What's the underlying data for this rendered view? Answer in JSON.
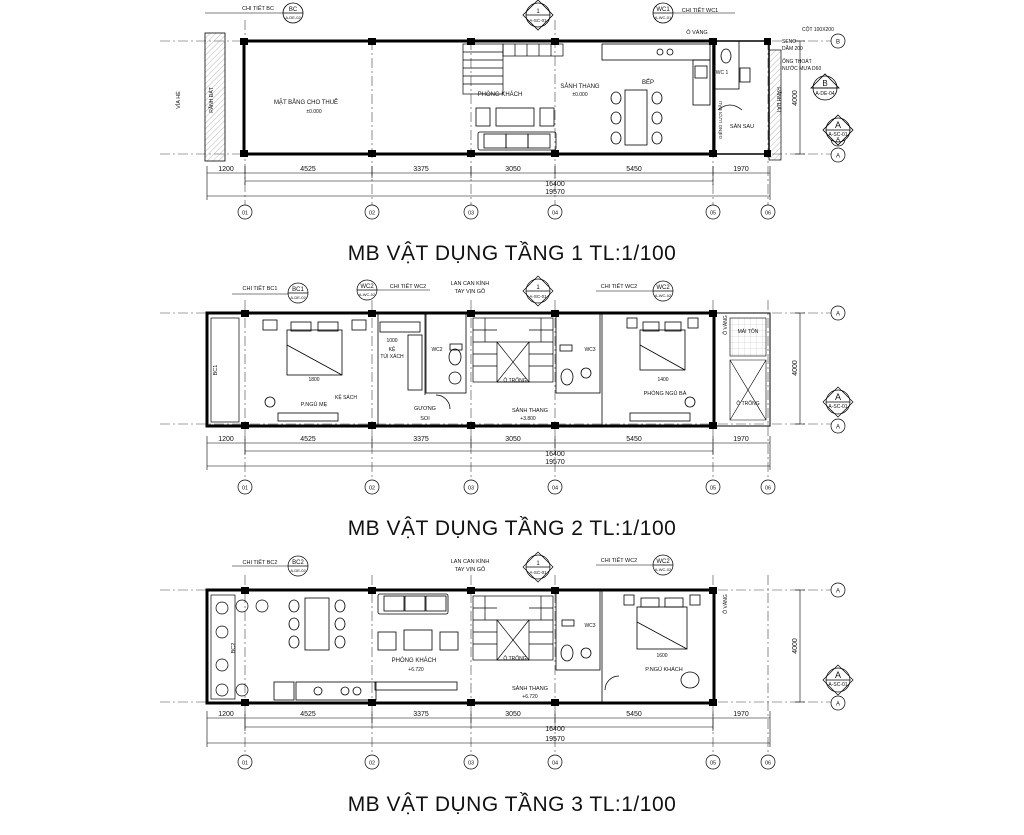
{
  "colors": {
    "ink": "#111111",
    "wall": "#000000",
    "fill": "#f2f2f2",
    "grid": "#555555"
  },
  "dimensions": {
    "bays": [
      "1200",
      "4525",
      "3375",
      "3050",
      "5450",
      "1970"
    ],
    "total_inner": "16400",
    "total_outer": "19570",
    "depth": "4000"
  },
  "axes": {
    "columns": [
      "01",
      "02",
      "03",
      "04",
      "05",
      "06"
    ],
    "rows": [
      "B",
      "A",
      "A"
    ]
  },
  "floors": [
    {
      "title": "MB VẬT DỤNG TẦNG 1   TL:1/100",
      "labels": [
        "CHI TIẾT BC",
        "BC",
        "A-DE-02",
        "1",
        "A-SC-01",
        "WC1",
        "A-WC-01",
        "CHI TIẾT WC1",
        "VỈA HÈ",
        "RÃNH ĐÁT",
        "MẶT BẰNG CHO THUÊ",
        "±0.000",
        "PHÒNG KHÁCH",
        "SẢNH THANG",
        "±0.000",
        "BẾP",
        "Ô VÁNG",
        "CỘT 100X200",
        "SENO",
        "DẦM 200",
        "ỐNG THOÁT",
        "NƯỚC MƯA D60",
        "WC 1",
        "A-DE-04",
        "RÃNH ĐÁT",
        "SÂN SAU",
        "GIẾNG LƯỢI ĐẦU"
      ]
    },
    {
      "title": "MB VẬT DỤNG TẦNG 2   TL:1/100",
      "labels": [
        "CHI TIẾT BC1",
        "BC1",
        "A-DE-02",
        "WC2",
        "A-WC-02",
        "CHI TIẾT WC2",
        "LAN CAN KÍNH",
        "TAY VỊN GỖ",
        "1",
        "A-SC-01",
        "CHI TIẾT WC2",
        "WC2",
        "A-WC-02",
        "BC1",
        "1000",
        "KỆ",
        "TÚI XÁCH",
        "1800",
        "P.NGỦ MẸ",
        "KỆ SÁCH",
        "WC2",
        "Ô TRỐNG",
        "GƯƠNG",
        "SOI",
        "SẢNH THANG",
        "+3.800",
        "WC3",
        "1400",
        "PHÒNG NGỦ BÀ",
        "Ô VÁNG",
        "MÁI TÔN",
        "Ô TRỐNG"
      ]
    },
    {
      "title": "MB VẬT DỤNG TẦNG 3   TL:1/100",
      "labels": [
        "CHI TIẾT BC2",
        "BC2",
        "A-DE-02",
        "LAN CAN KÍNH",
        "TAY VỊN GỖ",
        "1",
        "A-SC-01",
        "CHI TIẾT WC2",
        "WC2",
        "A-WC-02",
        "BC2",
        "PHÒNG KHÁCH",
        "+6.720",
        "Ô TRỐNG",
        "SẢNH THANG",
        "+6.720",
        "WC3",
        "1600",
        "P.NGỦ KHÁCH",
        "Ô VÁNG"
      ]
    }
  ],
  "section_marker": {
    "letter": "A",
    "ref": "A-SC-01"
  },
  "detail_marker_b": {
    "letter": "B",
    "ref": "A-DE-04"
  }
}
